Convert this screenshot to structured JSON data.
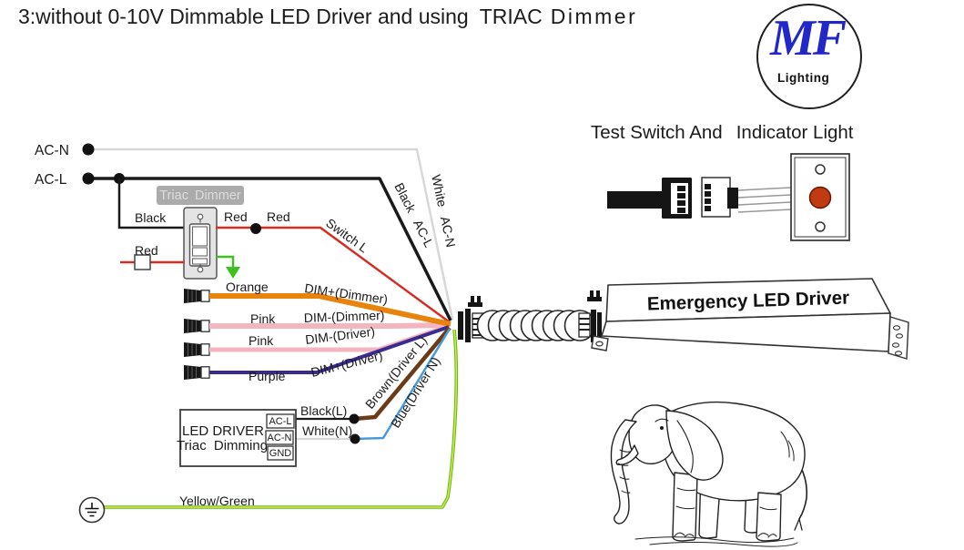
{
  "title": {
    "part1": "3:without 0-10V Dimmable LED Driver and using",
    "part2": "TRIAC",
    "part3": "Dimmer"
  },
  "logo": {
    "initials": "MF",
    "word": "Lighting"
  },
  "test_switch_section": {
    "heading_left": "Test Switch And",
    "heading_right": "Indicator Light"
  },
  "input_terminals": {
    "ac_n": "AC-N",
    "ac_l": "AC-L"
  },
  "dimmer": {
    "label": "Triac Dimmer"
  },
  "wires": {
    "black_branch": "Black",
    "red_from_dimmer": "Red",
    "red_after_junction": "Red",
    "red_input": "Red",
    "switch_l": "Switch L",
    "orange_color": "Orange",
    "orange_func": "DIM+(Dimmer)",
    "pink1_color": "Pink",
    "pink1_func": "DIM-(Dimmer)",
    "pink2_color": "Pink",
    "pink2_func": "DIM-(Driver)",
    "purple_color": "Purple",
    "purple_func": "DIM+(Driver)",
    "black_acl": "Black AC-L",
    "white_acn": "White AC-N",
    "brown": "Brown(Driver L)",
    "blue": "Blue(Driver N)",
    "black_l": "Black(L)",
    "white_n": "White(N)",
    "yellow_green": "Yellow/Green"
  },
  "led_driver_box": {
    "line1": "LED DRIVER",
    "line2": "Triac Dimming",
    "terminal_acl": "AC-L",
    "terminal_acn": "AC-N",
    "terminal_gnd": "GND"
  },
  "emergency_driver": {
    "label": "Emergency LED Driver"
  },
  "colors": {
    "red": "#d42d22",
    "orange": "#e8830c",
    "pink": "#f3b6c0",
    "purple": "#3a2c8e",
    "brown": "#6b3a16",
    "blue": "#4a9ada",
    "green": "#3fc020",
    "yellow": "#e5e23e",
    "gray_wire": "#d8d8d8",
    "black": "#1a1a1a",
    "logo_blue": "#2227c7",
    "button_red": "#c03a12",
    "badge_gray": "#ababab"
  }
}
